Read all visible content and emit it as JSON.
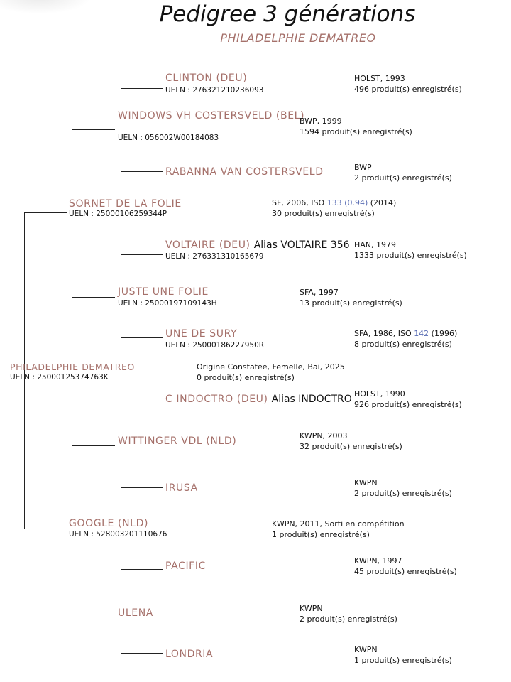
{
  "page": {
    "title": "Pedigree 3 générations",
    "subtitle": "PHILADELPHIE DEMATREO"
  },
  "horses": {
    "clinton": {
      "name": "CLINTON (DEU)",
      "ueln": "UELN : 276321210236093",
      "info1": "HOLST, 1993",
      "info2": "496 produit(s) enregistré(s)"
    },
    "windows": {
      "name": "WINDOWS VH COSTERSVELD (BEL)",
      "ueln": "UELN : 056002W00184083",
      "info1": "BWP, 1999",
      "info2": "1594 produit(s) enregistré(s)"
    },
    "rabanna": {
      "name": "RABANNA VAN COSTERSVELD",
      "info1": "BWP",
      "info2": "2 produit(s) enregistré(s)"
    },
    "sornet": {
      "name": "SORNET DE LA FOLIE",
      "ueln": "UELN : 25000106259344P",
      "info1_pre": "SF, 2006, ISO ",
      "info1_iso": "133 (0.94)",
      "info1_post": " (2014)",
      "info2": "30 produit(s) enregistré(s)"
    },
    "voltaire": {
      "name": "VOLTAIRE (DEU)",
      "alias": "Alias VOLTAIRE 356",
      "ueln": "UELN : 276331310165679",
      "info1": "HAN, 1979",
      "info2": "1333 produit(s) enregistré(s)"
    },
    "juste": {
      "name": "JUSTE UNE FOLIE",
      "ueln": "UELN : 25000197109143H",
      "info1": "SFA, 1997",
      "info2": "13 produit(s) enregistré(s)"
    },
    "sury": {
      "name": "UNE DE SURY",
      "ueln": "UELN : 25000186227950R",
      "info1_pre": "SFA, 1986, ISO ",
      "info1_iso": "142",
      "info1_post": " (1996)",
      "info2": "8 produit(s) enregistré(s)"
    },
    "philadelphie": {
      "name": "PHILADELPHIE DEMATREO",
      "ueln": "UELN : 25000125374763K",
      "info1": "Origine Constatee, Femelle, Bai, 2025",
      "info2": "0 produit(s) enregistré(s)"
    },
    "indoctro": {
      "name": "C INDOCTRO (DEU)",
      "alias": "Alias INDOCTRO",
      "info1": "HOLST, 1990",
      "info2": "926 produit(s) enregistré(s)"
    },
    "wittinger": {
      "name": "WITTINGER VDL (NLD)",
      "info1": "KWPN, 2003",
      "info2": "32 produit(s) enregistré(s)"
    },
    "irusa": {
      "name": "IRUSA",
      "info1": "KWPN",
      "info2": "2 produit(s) enregistré(s)"
    },
    "google": {
      "name": "GOOGLE (NLD)",
      "ueln": "UELN : 528003201110676",
      "info1": "KWPN, 2011, Sorti en compétition",
      "info2": "1 produit(s) enregistré(s)"
    },
    "pacific": {
      "name": "PACIFIC",
      "info1": "KWPN, 1997",
      "info2": "45 produit(s) enregistré(s)"
    },
    "ulena": {
      "name": "ULENA",
      "info1": "KWPN",
      "info2": "2 produit(s) enregistré(s)"
    },
    "londria": {
      "name": "LONDRIA",
      "info1": "KWPN",
      "info2": "1 produit(s) enregistré(s)"
    }
  },
  "colors": {
    "name": "#a5706a",
    "iso_link": "#5c6fb5",
    "text": "#111111"
  }
}
